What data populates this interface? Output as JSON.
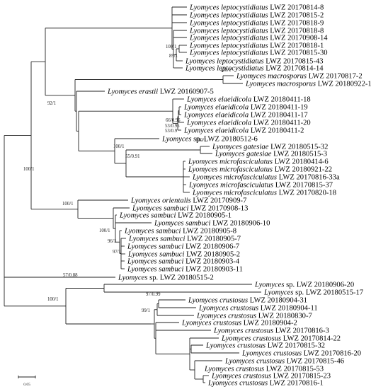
{
  "tree": {
    "scale_bar": {
      "value": 0.05,
      "label": "0.05"
    },
    "taxa": [
      {
        "genus": "Lyomyces",
        "epithet": "leptocystidiatus",
        "voucher": "LWZ 20170814-8"
      },
      {
        "genus": "Lyomyces",
        "epithet": "leptocystidiatus",
        "voucher": "LWZ 20170815-2"
      },
      {
        "genus": "Lyomyces",
        "epithet": "leptocystidiatus",
        "voucher": "LWZ 20170818-9"
      },
      {
        "genus": "Lyomyces",
        "epithet": "leptocystidiatus",
        "voucher": "LWZ 20170818-8"
      },
      {
        "genus": "Lyomyces",
        "epithet": "leptocystidiatus",
        "voucher": "LWZ 20170908-14"
      },
      {
        "genus": "Lyomyces",
        "epithet": "leptocystidiatus",
        "voucher": "LWZ 20170818-1"
      },
      {
        "genus": "Lyomyces",
        "epithet": "leptocystidiatus",
        "voucher": "LWZ 20170815-30"
      },
      {
        "genus": "Lyomyces",
        "epithet": "leptocystidiatus",
        "voucher": "LWZ 20170815-43"
      },
      {
        "genus": "Lyomyces",
        "epithet": "leptocystidiatus",
        "voucher": "LWZ 20170814-14"
      },
      {
        "genus": "Lyomyces",
        "epithet": "macrosporus",
        "voucher": "LWZ 20170817-2"
      },
      {
        "genus": "Lyomyces",
        "epithet": "macrosporus",
        "voucher": "LWZ 20180922-1"
      },
      {
        "genus": "Lyomyces",
        "epithet": "erastii",
        "voucher": "LWZ 20160907-5"
      },
      {
        "genus": "Lyomyces",
        "epithet": "elaeidicola",
        "voucher": "LWZ 20180411-18"
      },
      {
        "genus": "Lyomyces",
        "epithet": "elaeidicola",
        "voucher": "LWZ 20180411-19"
      },
      {
        "genus": "Lyomyces",
        "epithet": "elaeidicola",
        "voucher": "LWZ 20180411-17"
      },
      {
        "genus": "Lyomyces",
        "epithet": "elaeidicola",
        "voucher": "LWZ 20180411-20"
      },
      {
        "genus": "Lyomyces",
        "epithet": "elaeidicola",
        "voucher": "LWZ 20180411-2"
      },
      {
        "genus": "Lyomyces",
        "epithet": "sp.",
        "voucher": "LWZ 20180512-6"
      },
      {
        "genus": "Lyomyces",
        "epithet": "gatesiae",
        "voucher": "LWZ 20180515-32"
      },
      {
        "genus": "Lyomyces",
        "epithet": "gatesiae",
        "voucher": "LWZ 20180515-3"
      },
      {
        "genus": "Lyomyces",
        "epithet": "microfasciculatus",
        "voucher": "LWZ 20180414-6"
      },
      {
        "genus": "Lyomyces",
        "epithet": "microfasciculatus",
        "voucher": "LWZ 20180921-22"
      },
      {
        "genus": "Lyomyces",
        "epithet": "microfasciculatus",
        "voucher": "LWZ 20170816-33a"
      },
      {
        "genus": "Lyomyces",
        "epithet": "microfasciculatus",
        "voucher": "LWZ 20170815-37"
      },
      {
        "genus": "Lyomyces",
        "epithet": "microfasciculatus",
        "voucher": "LWZ 20170820-18"
      },
      {
        "genus": "Lyomyces",
        "epithet": "orientalis",
        "voucher": "LWZ 20170909-7"
      },
      {
        "genus": "Lyomyces",
        "epithet": "sambuci",
        "voucher": "LWZ 20170908-13"
      },
      {
        "genus": "Lyomyces",
        "epithet": "sambuci",
        "voucher": "LWZ 20180905-1"
      },
      {
        "genus": "Lyomyces",
        "epithet": "sambuci",
        "voucher": "LWZ 20180906-10"
      },
      {
        "genus": "Lyomyces",
        "epithet": "sambuci",
        "voucher": "LWZ 20180905-8"
      },
      {
        "genus": "Lyomyces",
        "epithet": "sambuci",
        "voucher": "LWZ 20180905-7"
      },
      {
        "genus": "Lyomyces",
        "epithet": "sambuci",
        "voucher": "LWZ 20180906-7"
      },
      {
        "genus": "Lyomyces",
        "epithet": "sambuci",
        "voucher": "LWZ 20180905-2"
      },
      {
        "genus": "Lyomyces",
        "epithet": "sambuci",
        "voucher": "LWZ 20180903-4"
      },
      {
        "genus": "Lyomyces",
        "epithet": "sambuci",
        "voucher": "LWZ 20180903-11"
      },
      {
        "genus": "Lyomyces",
        "epithet": "sp.",
        "voucher": "LWZ 20180515-2"
      },
      {
        "genus": "Lyomyces",
        "epithet": "sp.",
        "voucher": "LWZ 20180906-20"
      },
      {
        "genus": "Lyomyces",
        "epithet": "sp.",
        "voucher": "LWZ 20180515-17"
      },
      {
        "genus": "Lyomyces",
        "epithet": "crustosus",
        "voucher": "LWZ 20180904-31"
      },
      {
        "genus": "Lyomyces",
        "epithet": "crustosus",
        "voucher": "LWZ 20180904-11"
      },
      {
        "genus": "Lyomyces",
        "epithet": "crustosus",
        "voucher": "LWZ 20180830-7"
      },
      {
        "genus": "Lyomyces",
        "epithet": "crustosus",
        "voucher": "LWZ 20180904-2"
      },
      {
        "genus": "Lyomyces",
        "epithet": "crustosus",
        "voucher": "LWZ 20170816-3"
      },
      {
        "genus": "Lyomyces",
        "epithet": "crustosus",
        "voucher": "LWZ 20170814-22"
      },
      {
        "genus": "Lyomyces",
        "epithet": "crustosus",
        "voucher": "LWZ 20170815-32"
      },
      {
        "genus": "Lyomyces",
        "epithet": "crustosus",
        "voucher": "LWZ 20170816-20"
      },
      {
        "genus": "Lyomyces",
        "epithet": "crustosus",
        "voucher": "LWZ 20170815-46"
      },
      {
        "genus": "Lyomyces",
        "epithet": "crustosus",
        "voucher": "LWZ 20170815-53"
      },
      {
        "genus": "Lyomyces",
        "epithet": "crustosus",
        "voucher": "LWZ 20170815-23"
      },
      {
        "genus": "Lyomyces",
        "epithet": "crustosus",
        "voucher": "LWZ 20170816-1"
      }
    ],
    "support_values": [
      "100/1",
      "89/1",
      "92/1",
      "100/1",
      "100/1",
      "53/0.9",
      "66/0.96",
      "53/0.95",
      "100/1",
      "100/1",
      "55/0.91",
      "100/1",
      "100/1",
      "96/1",
      "97/1",
      "57/0.88",
      "100/1",
      "97/0.99",
      "99/1"
    ]
  }
}
